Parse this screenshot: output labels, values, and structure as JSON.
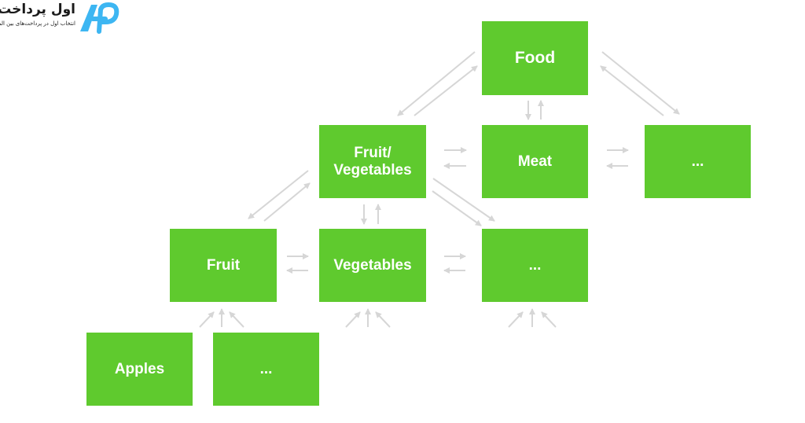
{
  "logo": {
    "title": "اول پرداخت",
    "subtitle": "انتخاب اول در پرداخت‌های بین المللی",
    "mark": "ap-logo-mark"
  },
  "colors": {
    "node_fill": "#5fca2e",
    "node_text": "#ffffff",
    "arrow": "#d6d6d6",
    "logo_blue": "#3db6f2"
  },
  "nodes": {
    "food": "Food",
    "fruit_vegetables": "Fruit/\nVegetables",
    "meat": "Meat",
    "top_more": "...",
    "fruit": "Fruit",
    "vegetables": "Vegetables",
    "mid_more": "...",
    "apples": "Apples",
    "bottom_more": "..."
  }
}
